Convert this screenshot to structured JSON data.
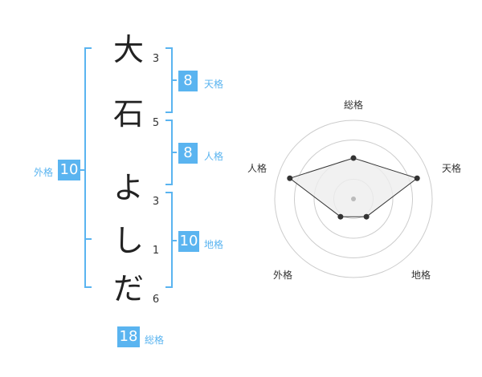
{
  "name": {
    "chars": [
      "大",
      "石",
      "よ",
      "し",
      "だ"
    ],
    "strokes": [
      "3",
      "5",
      "3",
      "1",
      "6"
    ]
  },
  "kaku": {
    "tenkaku": {
      "value": "8",
      "label": "天格"
    },
    "jinkaku": {
      "value": "8",
      "label": "人格"
    },
    "chikaku": {
      "value": "10",
      "label": "地格"
    },
    "gaikaku": {
      "value": "10",
      "label": "外格"
    },
    "soukaku": {
      "value": "18",
      "label": "総格"
    }
  },
  "radar": {
    "labels": {
      "soukaku": "総格",
      "tenkaku": "天格",
      "chikaku": "地格",
      "gaikaku": "外格",
      "jinkaku": "人格"
    },
    "values": {
      "soukaku": 0.52,
      "tenkaku": 0.85,
      "chikaku": 0.28,
      "gaikaku": 0.28,
      "jinkaku": 0.85
    },
    "rings": 4,
    "colors": {
      "line": "#333333",
      "fill": "#eeeeee",
      "ring": "#cccccc",
      "accent": "#5ab4f0"
    }
  }
}
